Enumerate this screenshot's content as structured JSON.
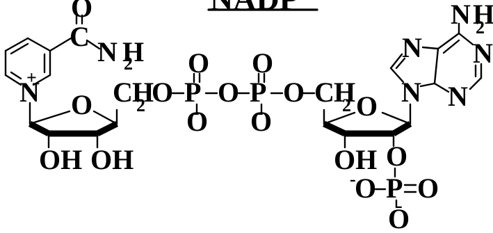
{
  "title": "NADP",
  "atoms": {
    "amide_O": "O",
    "amide_C": "C",
    "amide_N": "N",
    "amide_H": "H",
    "amide_sub2": "2",
    "pyridinium_N": "N",
    "pyridinium_charge": "+",
    "ribose1_O": "O",
    "ribose1_OH_left": "OH",
    "ribose1_OH_right": "OH",
    "ch2_left_C": "C",
    "ch2_left_H": "H",
    "ch2_left_sub": "2",
    "bridge_O1": "O",
    "P1": "P",
    "P1_top_O": "O",
    "P1_bottom_O": "O",
    "P1_bottom_charge": "-",
    "bridge_O2": "O",
    "P2": "P",
    "P2_top_O": "O",
    "P2_bottom_O": "O",
    "P2_bottom_charge": "-",
    "bridge_O3": "O",
    "ch2_right_C": "C",
    "ch2_right_H": "H",
    "ch2_right_sub": "2",
    "ribose2_O": "O",
    "ribose2_OH": "OH",
    "ribose2_O_phos": "O",
    "phos_left_charge": "-",
    "phos_left_O": "O",
    "P3": "P",
    "P3_right_O": "O",
    "P3_bottom_O": "O",
    "P3_bottom_charge": "-",
    "adenine_N7": "N",
    "adenine_N9": "N",
    "adenine_N3": "N",
    "adenine_N1": "N",
    "adenine_NH2_N": "N",
    "adenine_NH2_H": "H",
    "adenine_NH2_sub": "2"
  }
}
